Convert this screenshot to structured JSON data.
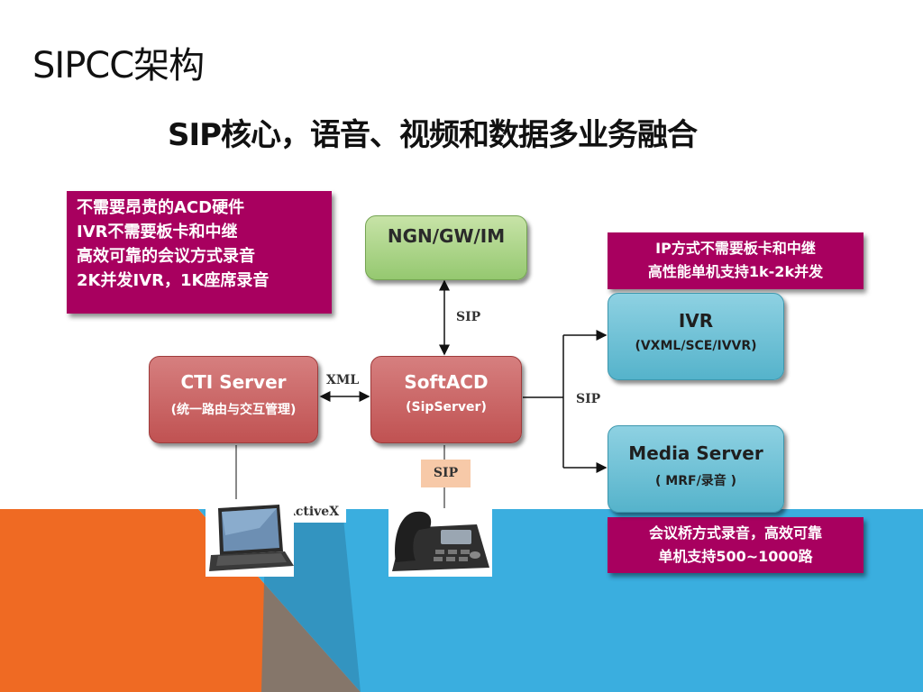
{
  "slide": {
    "title": "SIPCC架构",
    "subtitle": "SIP核心，语音、视频和数据多业务融合"
  },
  "notes": {
    "top_left": [
      "不需要昂贵的ACD硬件",
      "IVR不需要板卡和中继",
      "高效可靠的会议方式录音",
      "2K并发IVR，1K座席录音"
    ],
    "top_right": [
      "IP方式不需要板卡和中继",
      "高性能单机支持1k-2k并发"
    ],
    "bottom_right": [
      "会议桥方式录音，高效可靠",
      "单机支持500~1000路"
    ]
  },
  "nodes": {
    "ngn": {
      "main": "NGN/GW/IM"
    },
    "cti": {
      "main": "CTI Server",
      "sub": "(统一路由与交互管理)"
    },
    "softacd": {
      "main": "SoftACD",
      "sub": "(SipServer)"
    },
    "ivr": {
      "main": "IVR",
      "sub": "(VXML/SCE/IVVR)"
    },
    "media": {
      "main": "Media Server",
      "sub": "( MRF/录音 )"
    }
  },
  "labels": {
    "sip_top": "SIP",
    "xml": "XML",
    "sip_right": "SIP",
    "sip_bottom": "SIP",
    "activex": "ActiveX"
  },
  "icons": {
    "laptop": "laptop-icon",
    "phone": "ip-phone-icon"
  },
  "colors": {
    "note": "#a8005f",
    "node_red": "#c05252",
    "node_green": "#95c870",
    "node_blue": "#55b3cb",
    "bg_orange": "#ef6a23",
    "bg_blue": "#3aaedf",
    "bg_dark_blue": "#2e7fa5"
  }
}
